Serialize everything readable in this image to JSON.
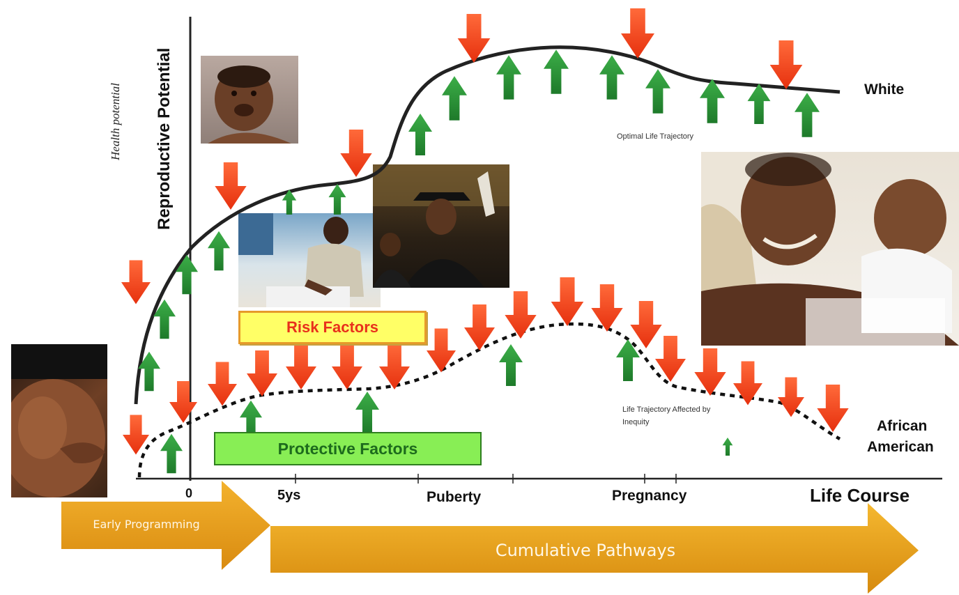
{
  "axis": {
    "y_outer_label": "Health potential",
    "y_inner_label": "Reproductive Potential",
    "x_ticks": [
      "0",
      "5ys",
      "Puberty",
      "Pregnancy"
    ],
    "x_end_label": "Life Course"
  },
  "curves": {
    "upper_label": "White",
    "upper_caption": "Optimal Life Trajectory",
    "lower_label_line1": "African",
    "lower_label_line2": "American",
    "lower_caption_line1": "Life Trajectory Affected by",
    "lower_caption_line2": "Inequity"
  },
  "boxes": {
    "risk": "Risk Factors",
    "protective": "Protective Factors"
  },
  "banners": {
    "early": "Early Programming",
    "cumulative": "Cumulative Pathways"
  },
  "colors": {
    "risk_arrow": "#f04a1c",
    "protective_arrow": "#2e9a3a",
    "risk_box_bg": "#ffff66",
    "risk_box_text": "#e8301c",
    "protective_box_bg": "#88ee55",
    "protective_box_text": "#1d6b1d",
    "banner": "#e8a21a",
    "curve": "#222222"
  },
  "photos": [
    {
      "name": "pregnant-belly-photo"
    },
    {
      "name": "infant-photo"
    },
    {
      "name": "child-studying-photo"
    },
    {
      "name": "graduate-photo"
    },
    {
      "name": "father-and-baby-photo"
    }
  ]
}
